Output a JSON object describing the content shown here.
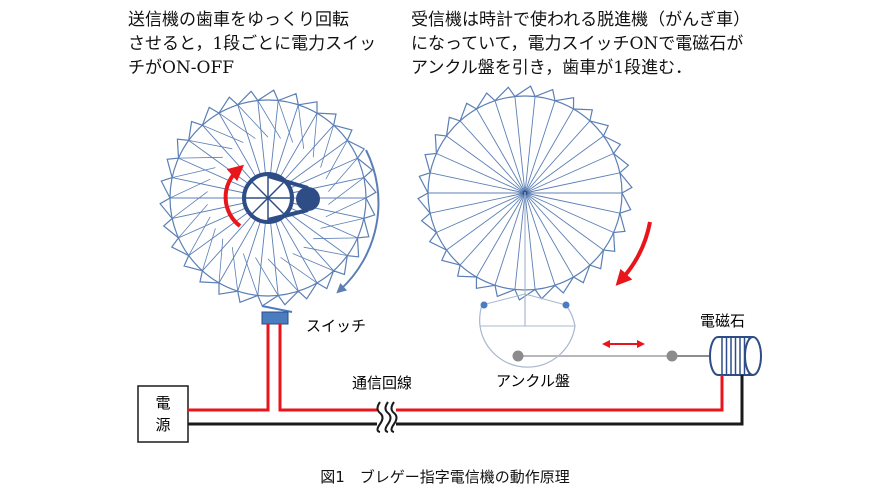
{
  "captions": {
    "left": [
      "送信機の歯車をゆっくり回転",
      "させると，1段ごとに電力スイッ",
      "チがON-OFF"
    ],
    "right": [
      "受信機は時計で使われる脱進機（がんぎ車）",
      "になっていて，電力スイッチONで電磁石が",
      "アンクル盤を引き，歯車が1段進む．"
    ]
  },
  "labels": {
    "switch": "スイッチ",
    "power_source_line1": "電",
    "power_source_line2": "源",
    "comm_line": "通信回線",
    "anchor_plate": "アンクル盤",
    "electromagnet": "電磁石"
  },
  "figure_title": "図1　ブレゲー指字電信機の動作原理",
  "colors": {
    "wheel": "#5b7fb5",
    "wire_red": "#e8151b",
    "wire_black": "#1a1a1a",
    "accent_red": "#e8151b",
    "hub_dark": "#2e4d86",
    "switch_fill": "#4a7cc0",
    "gray": "#8c8c8c"
  }
}
